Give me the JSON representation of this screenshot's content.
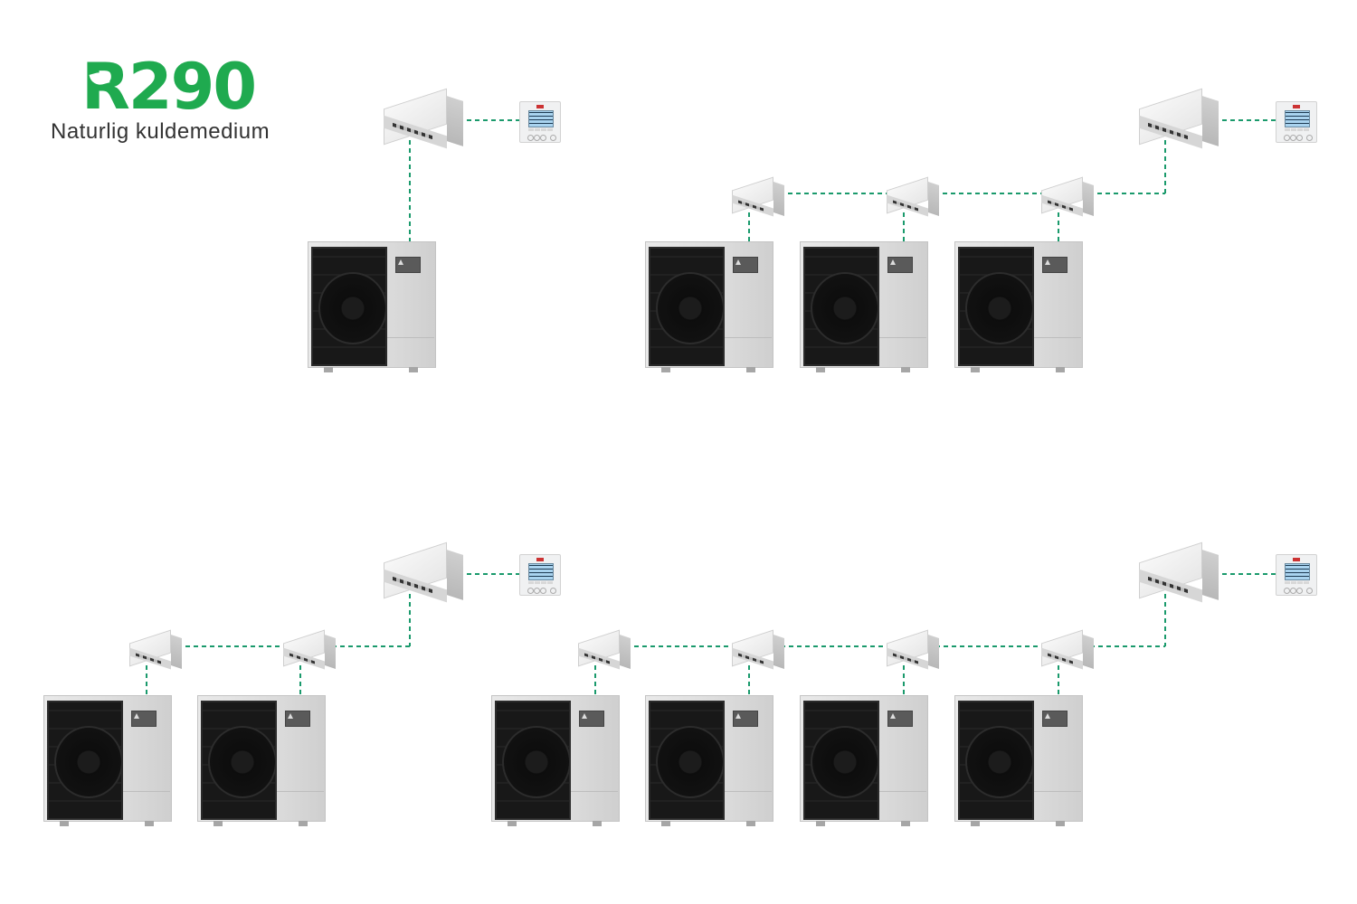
{
  "logo": {
    "title": "R290",
    "title_rest": "290",
    "title_r": "R",
    "subtitle": "Naturlig kuldemedium",
    "brand_color": "#1faa4f",
    "icon": "leaf-icon"
  },
  "colors": {
    "connection_line": "#1a9a6c",
    "background": "#ffffff"
  },
  "systems": [
    {
      "id": "system-1",
      "outdoor_units": 1,
      "unit_controllers": 0,
      "master_controller": 1,
      "remote_controllers": 1
    },
    {
      "id": "system-2",
      "outdoor_units": 3,
      "unit_controllers": 3,
      "master_controller": 1,
      "remote_controllers": 1
    },
    {
      "id": "system-3",
      "outdoor_units": 2,
      "unit_controllers": 2,
      "master_controller": 1,
      "remote_controllers": 1
    },
    {
      "id": "system-4",
      "outdoor_units": 4,
      "unit_controllers": 4,
      "master_controller": 1,
      "remote_controllers": 1
    }
  ],
  "icons": {
    "outdoor_unit": "heat-pump-outdoor-unit-icon",
    "controller_box": "control-box-icon",
    "remote": "wall-remote-controller-icon"
  }
}
